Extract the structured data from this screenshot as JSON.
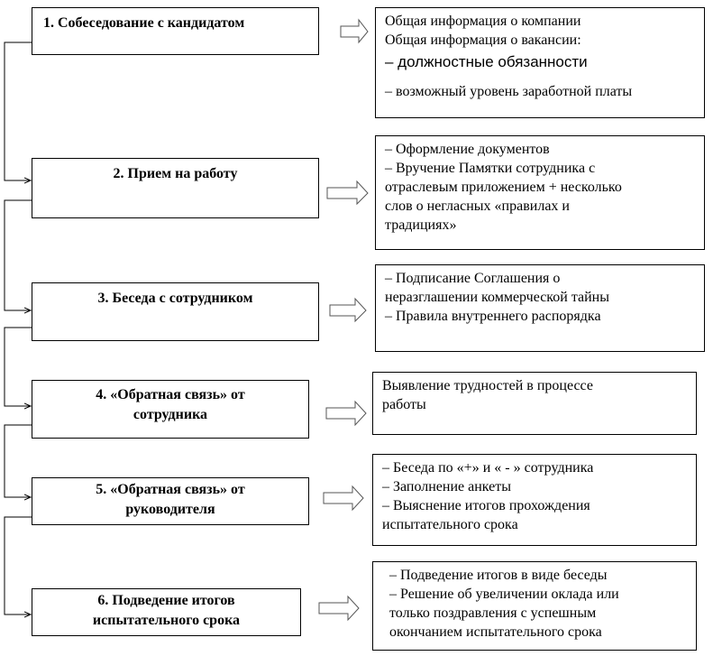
{
  "steps": [
    {
      "title": "1. Собеседование с кандидатом",
      "details": [
        "Общая информация о компании",
        "Общая информация о вакансии:",
        "– должностные обязанности",
        "– возможный уровень заработной платы"
      ]
    },
    {
      "title": "2. Прием на работу",
      "details": [
        "– Оформление документов",
        "– Вручение Памятки  сотрудника с",
        "отраслевым приложением + несколько",
        "слов о негласных «правилах и",
        "традициях»"
      ]
    },
    {
      "title": "3. Беседа с сотрудником",
      "details": [
        "– Подписание Соглашения о",
        "неразглашении коммерческой тайны",
        "– Правила внутреннего распорядка"
      ]
    },
    {
      "title_lines": [
        "4. «Обратная связь» от",
        "сотрудника"
      ],
      "details": [
        "Выявление трудностей в процессе",
        "работы"
      ]
    },
    {
      "title_lines": [
        "5. «Обратная связь» от",
        "руководителя"
      ],
      "details": [
        "– Беседа по «+» и  « - » сотрудника",
        "– Заполнение анкеты",
        "– Выяснение итогов прохождения",
        "испытательного срока"
      ]
    },
    {
      "title_lines": [
        "6. Подведение итогов",
        "испытательного срока"
      ],
      "details": [
        "– Подведение итогов в виде беседы",
        "– Решение об увеличении оклада или",
        "только поздравления с успешным",
        "окончанием испытательного срока"
      ]
    }
  ]
}
